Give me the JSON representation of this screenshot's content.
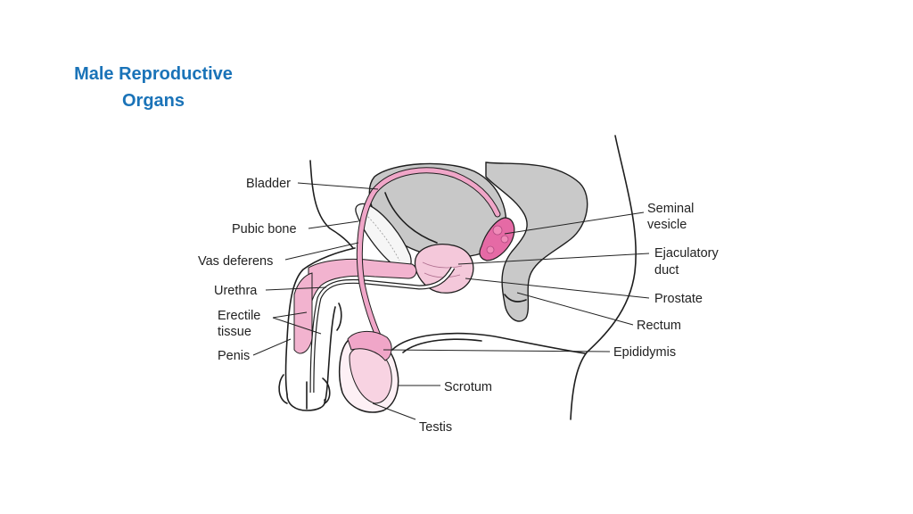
{
  "title": {
    "line1": "Male Reproductive",
    "line2": "Organs"
  },
  "labels": {
    "bladder": "Bladder",
    "pubic_bone": "Pubic bone",
    "vas_deferens": "Vas deferens",
    "urethra": "Urethra",
    "erectile_tissue_line1": "Erectile",
    "erectile_tissue_line2": "tissue",
    "penis": "Penis",
    "seminal_vesicle_line1": "Seminal",
    "seminal_vesicle_line2": "vesicle",
    "ejaculatory_duct_line1": "Ejaculatory",
    "ejaculatory_duct_line2": "duct",
    "prostate": "Prostate",
    "rectum": "Rectum",
    "epididymis": "Epididymis",
    "scrotum": "Scrotum",
    "testis": "Testis"
  },
  "colors": {
    "title": "#1a73b8",
    "organ_pink": "#f0a6c8",
    "organ_pink_dark": "#e56aa5",
    "organ_gray": "#c8c8c8",
    "organ_gray_dark": "#a9a9a9",
    "skin_fill": "#ffffff"
  }
}
